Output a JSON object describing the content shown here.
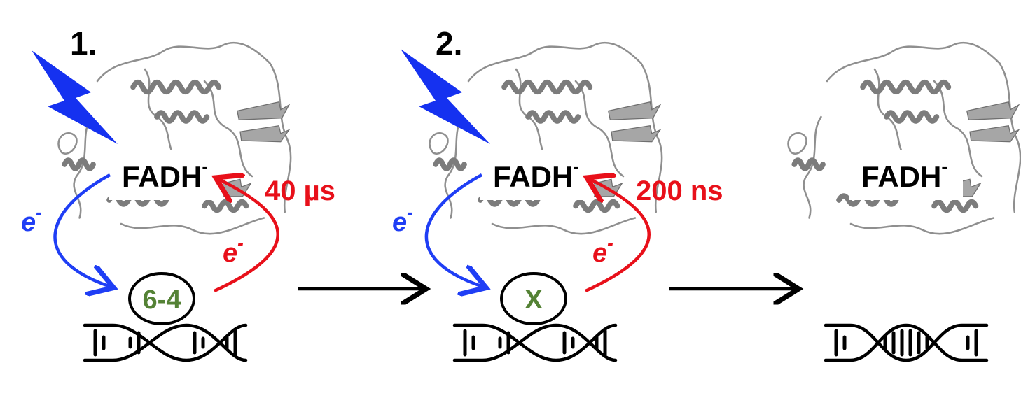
{
  "colors": {
    "forward_transfer": "#1f3ef5",
    "back_transfer": "#e8101a",
    "lesion_label": "#548235",
    "protein": "#8c8c8c",
    "flash": "#1531f0"
  },
  "icons": [
    "lightning-flash-icon",
    "protein-ribbon-icon",
    "dna-double-helix-icon",
    "process-arrow-icon"
  ],
  "panels": [
    {
      "step_label": "1.",
      "cofactor": "FADH",
      "cofactor_charge": "-",
      "forward_electron": "e",
      "forward_electron_charge": "-",
      "back_electron": "e",
      "back_electron_charge": "-",
      "back_transfer_time": "40 µs",
      "lesion": "6-4"
    },
    {
      "step_label": "2.",
      "cofactor": "FADH",
      "cofactor_charge": "-",
      "forward_electron": "e",
      "forward_electron_charge": "-",
      "back_electron": "e",
      "back_electron_charge": "-",
      "back_transfer_time": "200 ns",
      "lesion": "X"
    },
    {
      "cofactor": "FADH",
      "cofactor_charge": "-"
    }
  ]
}
